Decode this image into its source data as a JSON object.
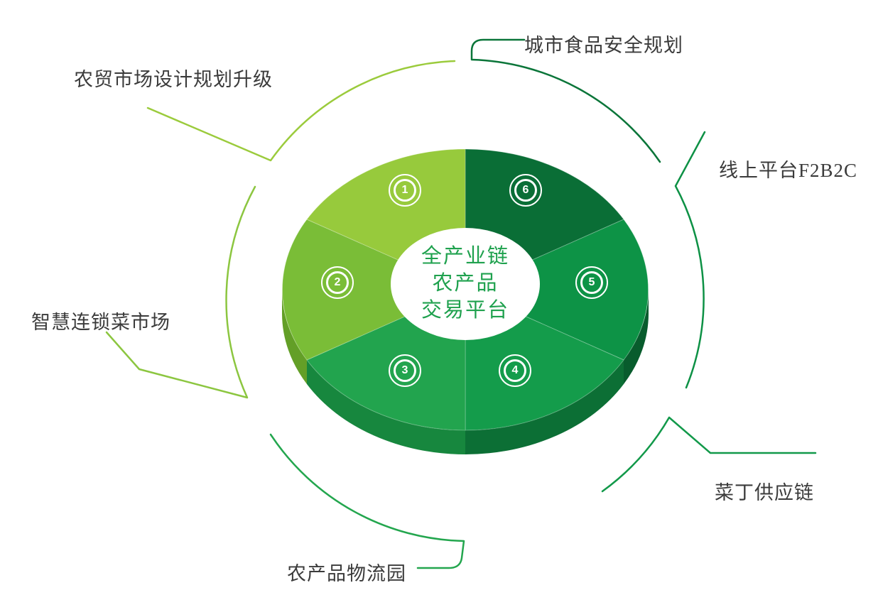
{
  "center": {
    "line1": "全产业链",
    "line2": "农产品",
    "line3": "交易平台"
  },
  "badges": [
    "1",
    "2",
    "3",
    "4",
    "5",
    "6"
  ],
  "callouts": {
    "top": "城市食品安全规划",
    "upper_left": "农贸市场设计规划升级",
    "right": "线上平台F2B2C",
    "left": "智慧连锁菜市场",
    "bottom_right": "菜丁供应链",
    "bottom": "农产品物流园"
  },
  "colors": {
    "background": "#ffffff",
    "center_circle": "#ffffff",
    "center_text": "#1fa14e",
    "label_text": "#3b3b3b",
    "badge_text": "#ffffff",
    "wedges": [
      "#97ca3c",
      "#7abd37",
      "#22a44e",
      "#149c4b",
      "#0d9346",
      "#0a6e36"
    ],
    "wedge_sides": {
      "w2": "#639f27",
      "w3": "#17873e",
      "w4": "#0c6f35",
      "w5": "#085c2d"
    },
    "connectors": {
      "top": "#0a7539",
      "upper_left": "#9bcb3c",
      "right": "#0d9145",
      "bottom_right": "#12994a",
      "bottom": "#23a64e",
      "left": "#8cc640"
    }
  }
}
